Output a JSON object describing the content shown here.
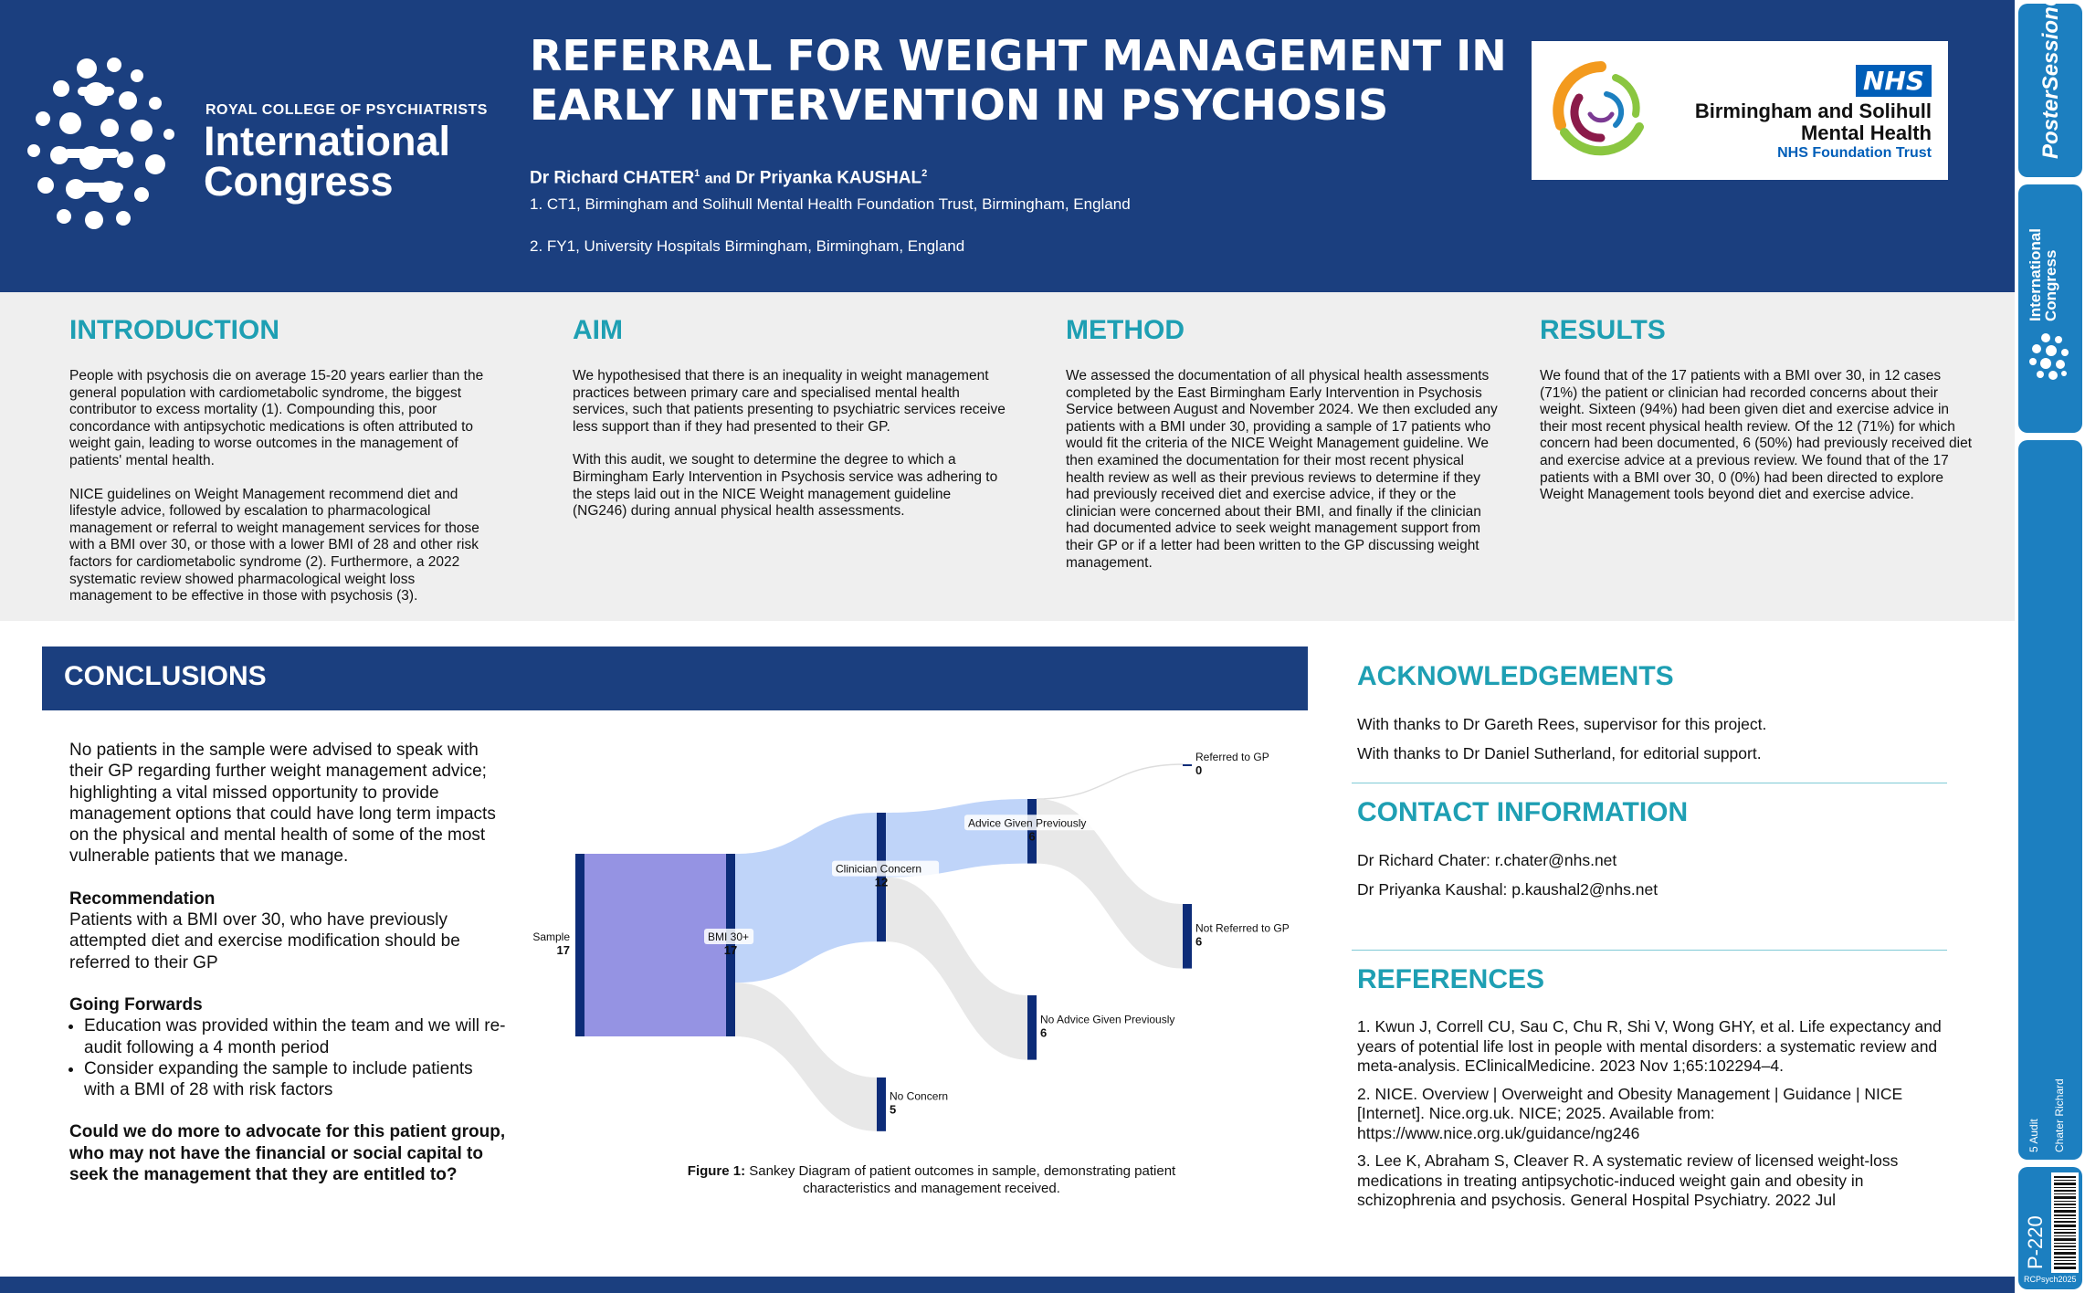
{
  "header": {
    "college_small": "ROYAL COLLEGE OF PSYCHIATRISTS",
    "college_big_1": "International",
    "college_big_2": "Congress",
    "title": "REFERRAL FOR WEIGHT MANAGEMENT IN EARLY INTERVENTION IN PSYCHOSIS",
    "author1": "Dr Richard CHATER",
    "author1_sup": "1",
    "and": "and",
    "author2": "Dr Priyanka KAUSHAL",
    "author2_sup": "2",
    "aff1": "1. CT1, Birmingham and Solihull Mental Health Foundation Trust, Birmingham, England",
    "aff2": "2. FY1, University Hospitals Birmingham, Birmingham, England",
    "nhs_badge": "NHS",
    "nhs_l1": "Birmingham and Solihull",
    "nhs_l2": "Mental Health",
    "nhs_l3": "NHS Foundation Trust"
  },
  "introduction": {
    "heading": "INTRODUCTION",
    "p1": "People with psychosis die on average 15-20 years earlier than the general population with cardiometabolic syndrome, the biggest contributor to excess mortality (1). Compounding this, poor concordance with antipsychotic medications is often attributed to weight gain, leading to worse outcomes in the management of patients' mental health.",
    "p2": "NICE guidelines on Weight Management recommend diet and lifestyle advice, followed by escalation to pharmacological management or referral to weight management services for those with a BMI over 30, or those with a lower BMI of 28 and other risk factors for cardiometabolic syndrome (2). Furthermore, a 2022 systematic review showed pharmacological weight loss management to be effective in those with psychosis (3)."
  },
  "aim": {
    "heading": "AIM",
    "p1": "We hypothesised that there is an inequality in weight management practices between primary care and specialised mental health services, such that patients presenting to psychiatric services receive less support than if they had presented to their GP.",
    "p2": "With this audit, we sought to determine the degree to which a Birmingham Early Intervention in Psychosis service was adhering to the steps laid out in the NICE Weight management guideline (NG246) during annual physical health assessments."
  },
  "method": {
    "heading": "METHOD",
    "p1": "We assessed the documentation of all physical health assessments completed by the East Birmingham Early Intervention in Psychosis Service between August and November 2024. We then excluded any patients with a BMI under 30, providing a sample of 17 patients  who would fit the criteria of the NICE Weight Management guideline. We then examined the documentation for their most recent physical health review as well as their previous reviews to determine if they had previously received diet and exercise advice, if they or the clinician were concerned about their BMI, and finally if the clinician had documented advice to seek weight management support from their GP or if a letter had been written to the GP discussing weight management."
  },
  "results": {
    "heading": "RESULTS",
    "p1": "We found that of the 17 patients with a BMI over 30, in 12 cases (71%) the patient or clinician had recorded concerns about their weight. Sixteen (94%) had been given diet and exercise advice in their most recent physical health review. Of the 12 (71%) for which concern had been documented, 6 (50%) had previously received diet and exercise advice at a previous review. We found that of the 17 patients with a BMI over 30, 0 (0%) had been directed to explore Weight Management tools beyond diet and exercise advice."
  },
  "conclusions": {
    "heading": "CONCLUSIONS",
    "p1": "No patients in the sample were advised to speak with their GP regarding further weight management advice; highlighting a vital missed opportunity to provide management options that could have long term impacts on the physical and mental health of some of the most vulnerable patients that we manage.",
    "rec_heading": "Recommendation",
    "rec_text": "Patients with a BMI over 30, who have previously attempted diet and exercise modification should be referred to their GP",
    "fwd_heading": "Going Forwards",
    "fwd_items": [
      "Education was provided within the team and we will re-audit following a 4 month period",
      "Consider expanding the sample to include patients with a BMI of 28 with risk factors"
    ],
    "question": "Could we do more to advocate for this patient group, who may not have the financial or social capital to seek the management that they are entitled to?"
  },
  "figure": {
    "caption_bold": "Figure 1:",
    "caption_text": "Sankey Diagram of patient outcomes in sample, demonstrating patient characteristics and management received."
  },
  "chart_data": {
    "type": "sankey",
    "nodes": [
      {
        "id": "sample",
        "label": "Sample",
        "value": 17
      },
      {
        "id": "bmi",
        "label": "BMI 30+",
        "value": 17
      },
      {
        "id": "concern",
        "label": "Clinician Concern",
        "value": 12
      },
      {
        "id": "noconcern",
        "label": "No Concern",
        "value": 5
      },
      {
        "id": "advice",
        "label": "Advice Given Previously",
        "value": 6
      },
      {
        "id": "noadvice",
        "label": "No Advice Given Previously",
        "value": 6
      },
      {
        "id": "referred",
        "label": "Referred to GP",
        "value": 0
      },
      {
        "id": "notref",
        "label": "Not Referred to GP",
        "value": 6
      }
    ],
    "links": [
      {
        "source": "sample",
        "target": "bmi",
        "value": 17
      },
      {
        "source": "bmi",
        "target": "concern",
        "value": 12
      },
      {
        "source": "bmi",
        "target": "noconcern",
        "value": 5
      },
      {
        "source": "concern",
        "target": "advice",
        "value": 6
      },
      {
        "source": "concern",
        "target": "noadvice",
        "value": 6
      },
      {
        "source": "advice",
        "target": "referred",
        "value": 0
      },
      {
        "source": "advice",
        "target": "notref",
        "value": 6
      }
    ]
  },
  "acknowledgements": {
    "heading": "ACKNOWLEDGEMENTS",
    "l1": "With thanks to Dr Gareth Rees, supervisor for this project.",
    "l2": "With thanks to Dr Daniel Sutherland, for editorial support."
  },
  "contact": {
    "heading": "CONTACT INFORMATION",
    "l1": "Dr Richard Chater: r.chater@nhs.net",
    "l2": "Dr Priyanka Kaushal: p.kaushal2@nhs.net"
  },
  "references": {
    "heading": "REFERENCES",
    "items": [
      "1. Kwun J, Correll CU, Sau C, Chu R, Shi V, Wong GHY, et al. Life expectancy and years of potential life lost in people with mental disorders: a systematic review and meta-analysis. EClinicalMedicine. 2023 Nov 1;65:102294–4.",
      "2. NICE. Overview | Overweight and Obesity Management | Guidance | NICE [Internet]. Nice.org.uk. NICE; 2025. Available from: https://www.nice.org.uk/guidance/ng246",
      "3. Lee K, Abraham S, Cleaver R. A systematic review of licensed weight-loss medications in treating antipsychotic-induced weight gain and obesity in schizophrenia and psychosis. General Hospital Psychiatry. 2022 Jul"
    ]
  },
  "sidebar": {
    "pso_text": "PosterSessionOnline",
    "ic_text_1": "International",
    "ic_text_2": "Congress",
    "tag1": "5 Audit",
    "tag2": "Chater Richard",
    "poster_id": "P-220",
    "event": "RCPsych2025"
  },
  "colors": {
    "navy": "#1b3f7f",
    "teal": "#1e9fb3",
    "sidebar_blue": "#1c7fc0",
    "node_dark": "#0d2c78",
    "flow_purple": "#8a87e0",
    "flow_blue": "#b8cff8",
    "flow_grey": "#e6e6e6"
  },
  "icons": [
    "congress-logo-icon",
    "trust-logo-icon",
    "barcode-icon"
  ]
}
